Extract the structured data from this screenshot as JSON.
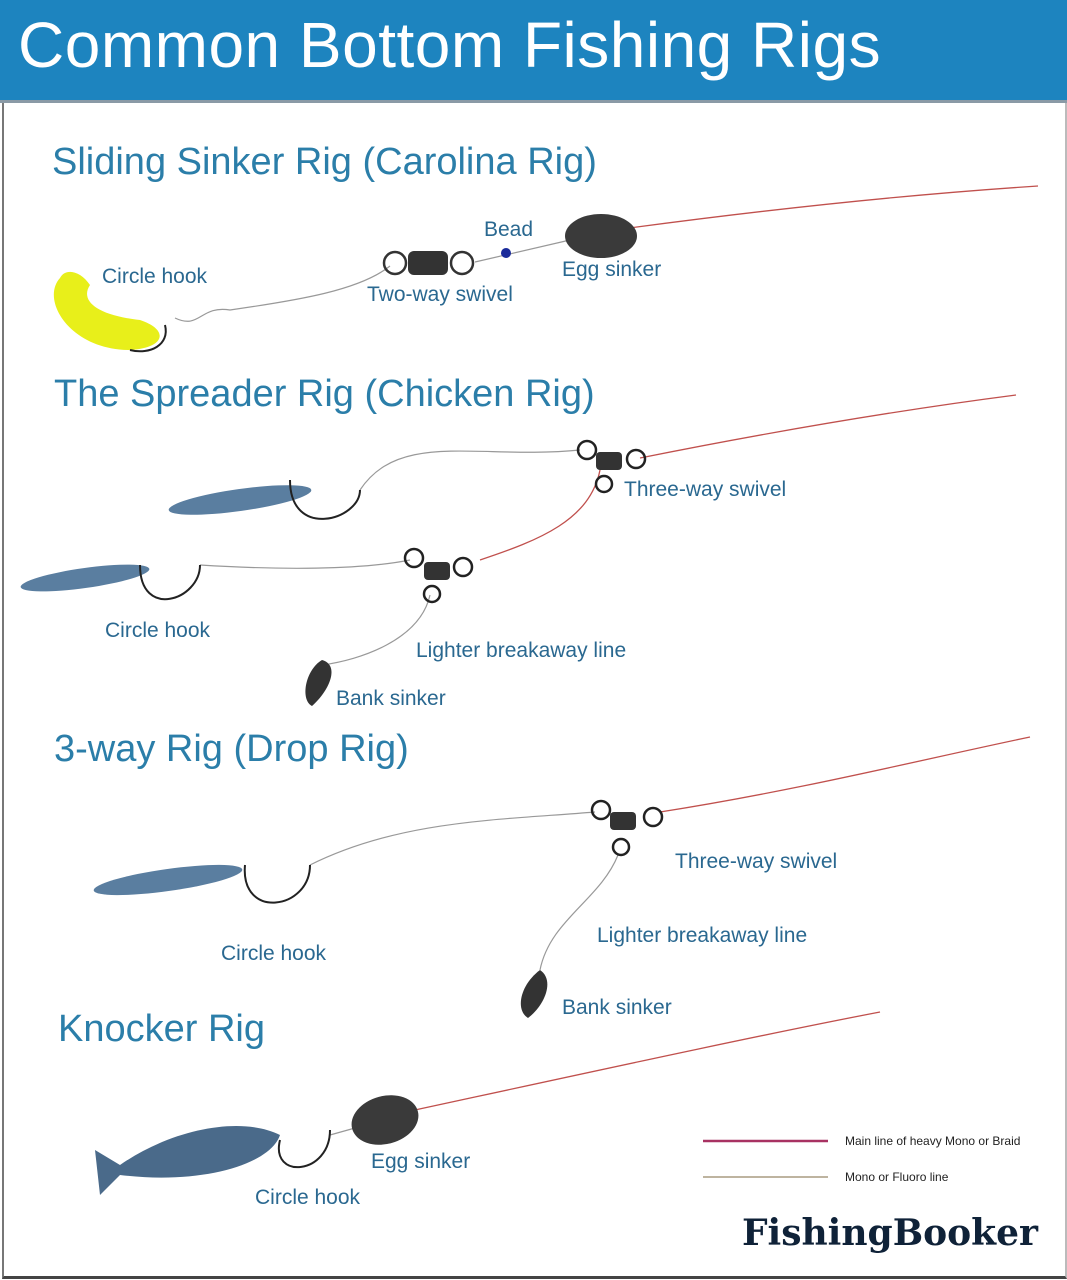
{
  "title": "Common Bottom Fishing Rigs",
  "colors": {
    "header": "#1d84bf",
    "main_line": "#c0504d",
    "leader_line": "#a0a090",
    "heading": "#2b7ea9"
  },
  "rigs": [
    {
      "heading": "Sliding Sinker Rig (Carolina Rig)",
      "labels": {
        "hook": "Circle hook",
        "bead": "Bead",
        "swivel": "Two-way swivel",
        "sinker": "Egg sinker"
      }
    },
    {
      "heading": "The Spreader Rig (Chicken Rig)",
      "labels": {
        "swivel": "Three-way swivel",
        "hook": "Circle hook",
        "breakaway": "Lighter breakaway line",
        "sinker": "Bank sinker"
      }
    },
    {
      "heading": "3-way Rig (Drop Rig)",
      "labels": {
        "swivel": "Three-way swivel",
        "breakaway": "Lighter breakaway line",
        "hook": "Circle hook",
        "sinker": "Bank sinker"
      }
    },
    {
      "heading": "Knocker Rig",
      "labels": {
        "sinker": "Egg sinker",
        "hook": "Circle hook"
      }
    }
  ],
  "legend": [
    {
      "label": "Main line of heavy Mono or Braid"
    },
    {
      "label": "Mono or Fluoro line"
    }
  ],
  "brand": "FishingBooker"
}
